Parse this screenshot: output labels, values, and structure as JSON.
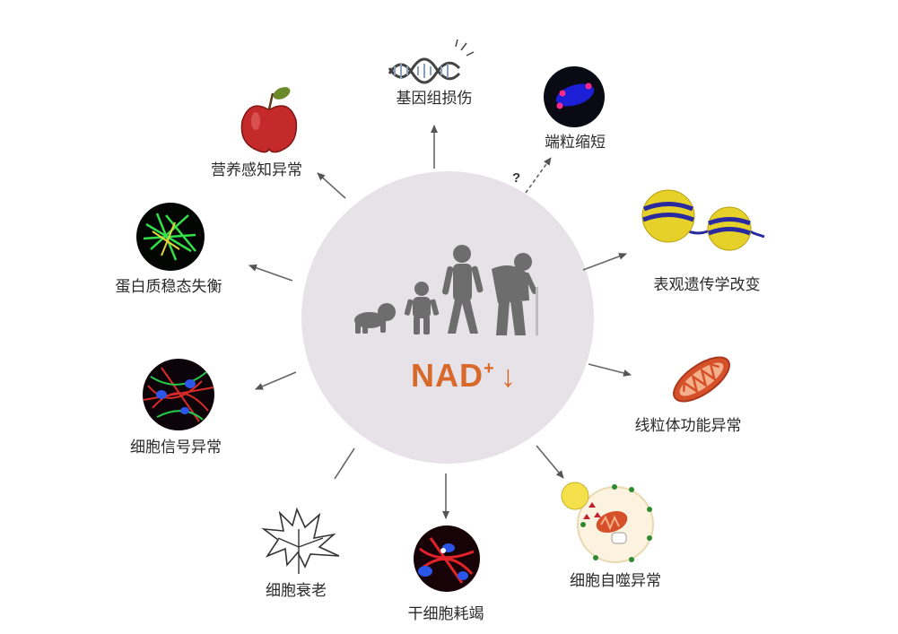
{
  "center": {
    "title": "NAD",
    "superscript": "+",
    "arrow": "↓",
    "title_color": "#d9692a",
    "circle_color": "#e7e2e7"
  },
  "items": {
    "genome": "基因组损伤",
    "telomere": "端粒缩短",
    "epigenetic": "表观遗传学改变",
    "mitochondria": "线粒体功能异常",
    "autophagy": "细胞自噬异常",
    "stem_cell": "干细胞耗竭",
    "senescence": "细胞衰老",
    "signaling": "细胞信号异常",
    "proteostasis": "蛋白质稳态失衡",
    "nutrient": "营养感知异常"
  },
  "telomere_uncertain_mark": "?"
}
